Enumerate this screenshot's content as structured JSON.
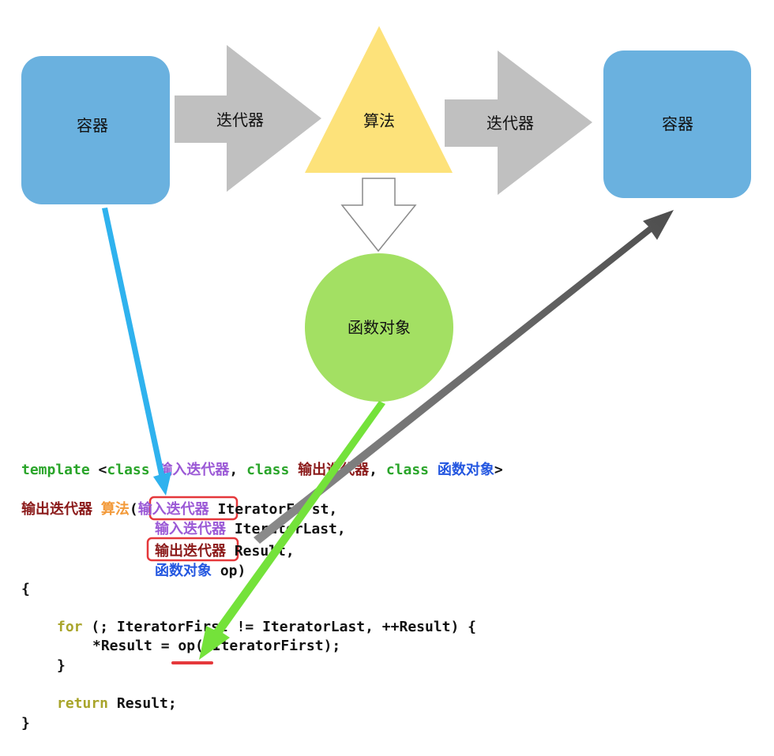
{
  "diagram": {
    "container_left": "容器",
    "iterator_left": "迭代器",
    "algorithm": "算法",
    "iterator_right": "迭代器",
    "container_right": "容器",
    "function_object": "函数对象"
  },
  "colors": {
    "container": "#6ab1df",
    "iterator_arrow": "#c0c0c0",
    "algorithm": "#fde27a",
    "function_object": "#a3e063",
    "blue_arrow": "#2fb2ee",
    "green_arrow": "#74e23a",
    "gray_arrow": "#6f6f6f",
    "highlight_box": "#e5383b",
    "keyword_green": "#2aa52a",
    "input_iter": "#9b59d6",
    "output_iter": "#8b1a1a",
    "func_obj": "#2457e0",
    "algo_name": "#f39a3a",
    "for_return": "#a9a52b"
  },
  "code": {
    "template_kw": "template",
    "lt": " <",
    "class1": "class",
    "input_iter": "输入迭代器",
    "comma1": ", ",
    "class2": "class",
    "output_iter": "输出迭代器",
    "comma2": ", ",
    "class3": "class",
    "func_obj": "函数对象",
    "gt": ">",
    "ret_type": "输出迭代器",
    "algo_name": "算法",
    "open_paren": "(",
    "p1_type": "输入迭代器",
    "p1_name": " IteratorFirst,",
    "p2_type": "输入迭代器",
    "p2_name": " IteratorLast,",
    "p3_type": "输出迭代器",
    "p3_name": " Result,",
    "p4_type": "函数对象",
    "p4_name": " op)",
    "brace_open": "{",
    "for_kw": "for",
    "for_rest": " (; IteratorFirst != IteratorLast, ++Result) {",
    "assign": "*Result = op(*IteratorFirst);",
    "inner_close": "}",
    "return_kw": "return",
    "return_rest": " Result;",
    "brace_close": "}"
  }
}
